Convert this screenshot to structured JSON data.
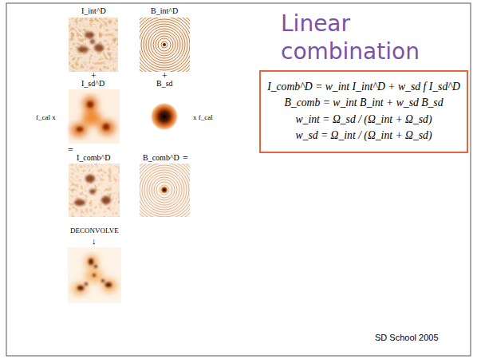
{
  "diagram": {
    "title": "Linear combination",
    "nodes": [
      {
        "text": [
          "I_comb^D = w_int I_int^D + w_sd f I_sd^D",
          "B_comb = w_int B_int + w_sd B_sd",
          "w_int = Ω_sd / (Ω_int + Ω_sd)",
          "w_sd = Ω_int / (Ω_int + Ω_sd)"
        ]
      }
    ],
    "labels": [
      "I_int^D",
      "B_int^D",
      "+",
      "+",
      "I_sd^D",
      "B_sd",
      "f_cal x",
      "x f_cal",
      "=",
      "I_comb^D",
      "B_comb^D",
      "=",
      "DECONVOLVE",
      "↓",
      "SD School 2005"
    ]
  }
}
